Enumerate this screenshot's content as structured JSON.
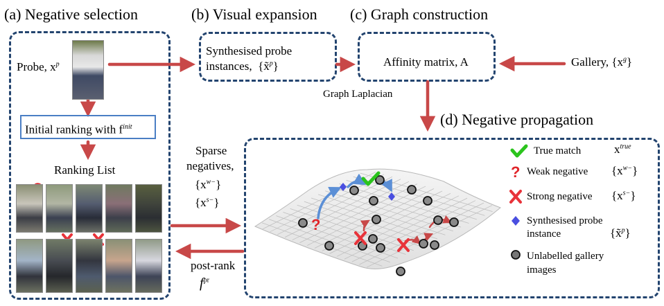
{
  "sections": {
    "a": "(a) Negative selection",
    "b": "(b) Visual expansion",
    "c": "(c) Graph construction",
    "d": "(d) Negative propagation"
  },
  "probe_label": "Probe, x",
  "probe_sup": "p",
  "initial_ranking": "Initial ranking with f",
  "initial_ranking_sup": "init",
  "ranking_list": "Ranking List",
  "synthesised": [
    "Synthesised probe",
    "instances,",
    "{x̃"
  ],
  "synth_sup": "p",
  "affinity": "Affinity matrix, A",
  "gallery": "Gallery, {x",
  "gallery_sup": "g",
  "graph_laplacian": "Graph Laplacian",
  "sparse_negatives": [
    "Sparse",
    "negatives,",
    "{x",
    "w−",
    "{x",
    "s−"
  ],
  "post_rank": [
    "post-rank",
    "f",
    "pr"
  ],
  "legend": [
    {
      "icon": "check",
      "label": "True match",
      "symbol": "x",
      "sup": "true",
      "color": "#2bc41d"
    },
    {
      "icon": "question",
      "label": "Weak negative",
      "symbol": "{x",
      "sup": "w−",
      "color": "#e0252a"
    },
    {
      "icon": "cross",
      "label": "Strong  negative",
      "symbol": "{x",
      "sup": "s−",
      "color": "#e8333a"
    },
    {
      "icon": "diamond",
      "label": [
        "Synthesised probe",
        "instance"
      ],
      "symbol": "{x̃",
      "sup": "p",
      "color": "#4a4fe0"
    },
    {
      "icon": "circle",
      "label": [
        "Unlabelled gallery",
        "images"
      ],
      "color": "#777777"
    }
  ],
  "colors": {
    "dashed_border": "#23446f",
    "arrow": "#c84848",
    "blue_arrow": "#5b8fd6",
    "ranking_box": "#4a7ec4"
  }
}
